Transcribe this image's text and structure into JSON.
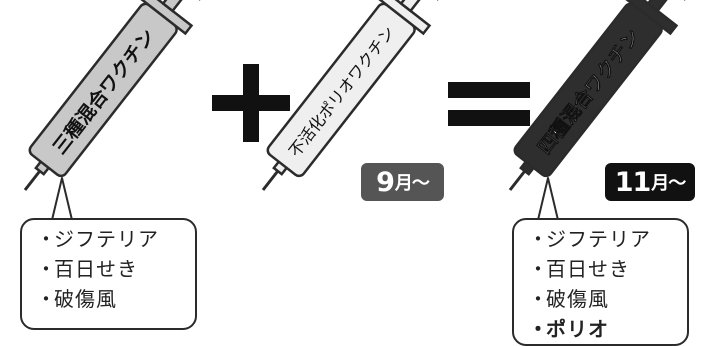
{
  "syringes": {
    "left": {
      "label": "三種混合ワクチン"
    },
    "middle": {
      "label": "不活化ポリオワクチン"
    },
    "right": {
      "label": "四種混合ワクチン"
    }
  },
  "operators": {
    "plus": "+",
    "equals": "="
  },
  "badges": {
    "middle": {
      "number": "9",
      "unit": "月〜"
    },
    "right": {
      "number": "11",
      "unit": "月〜"
    }
  },
  "bubbles": {
    "left": {
      "bullet": "・",
      "items": [
        "ジフテリア",
        "百日せき",
        "破傷風"
      ]
    },
    "right": {
      "bullet": "・",
      "items": [
        "ジフテリア",
        "百日せき",
        "破傷風",
        "ポリオ"
      ]
    }
  },
  "colors": {
    "left_barrel": "#c8c8c8",
    "middle_barrel": "#efefef",
    "right_barrel": "#2e2e2e",
    "outline": "#2b2b2b"
  }
}
